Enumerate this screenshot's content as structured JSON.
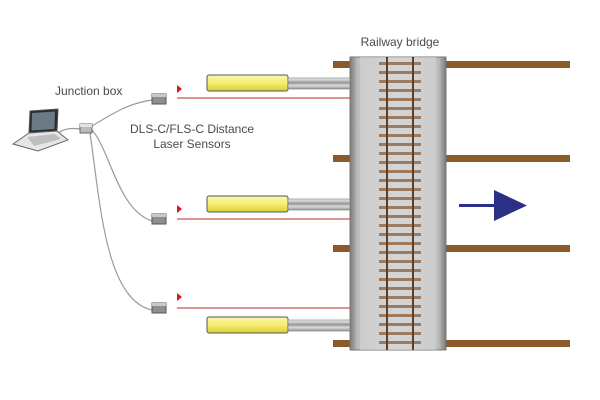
{
  "labels": {
    "railway_bridge": "Railway bridge",
    "junction_box": "Junction box",
    "sensors_line1": "DLS-C/FLS-C Distance",
    "sensors_line2": "Laser Sensors"
  },
  "colors": {
    "beam": "#c1272d",
    "sensor_red_mark": "#d9141b",
    "yellow_tube": "#f5ee6e",
    "timber": "#8b5a2b",
    "deck": "#cfcfcf",
    "arrow": "#2b2f86"
  },
  "icons": [
    "laptop-icon",
    "junction-box-icon",
    "sensor-icon",
    "direction-arrow-icon"
  ]
}
